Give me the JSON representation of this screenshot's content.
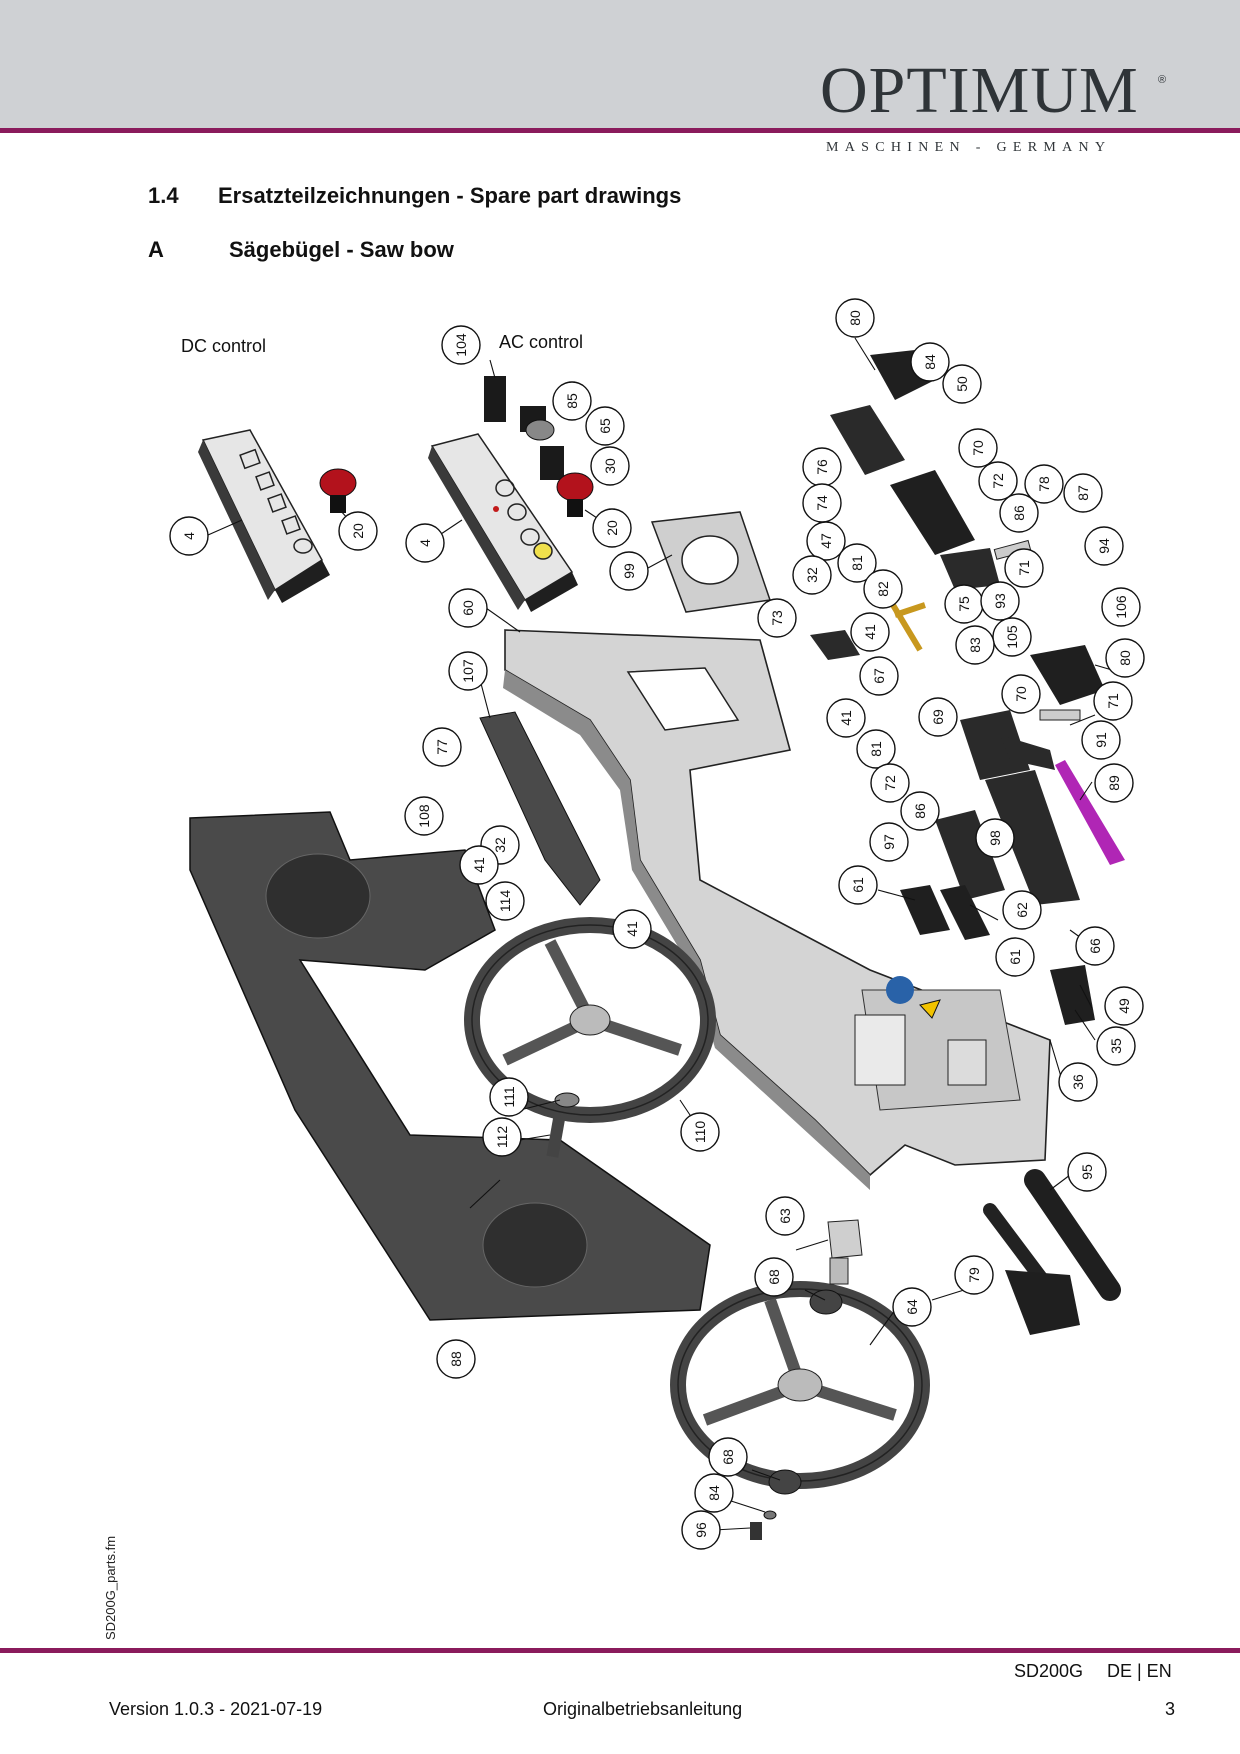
{
  "brand": {
    "name": "OPTIMUM",
    "reg": "®",
    "tagline": "MASCHINEN - GERMANY"
  },
  "section": {
    "number": "1.4",
    "title": "Ersatzteilzeichnungen - Spare part drawings"
  },
  "subsection": {
    "letter": "A",
    "title": "Sägebügel - Saw bow"
  },
  "drawing": {
    "dc_label": "DC control",
    "ac_label": "AC control",
    "callouts": [
      "80",
      "84",
      "50",
      "104",
      "85",
      "65",
      "70",
      "30",
      "76",
      "72",
      "78",
      "87",
      "74",
      "86",
      "20",
      "4",
      "20",
      "4",
      "47",
      "81",
      "94",
      "71",
      "32",
      "99",
      "82",
      "75",
      "93",
      "106",
      "73",
      "105",
      "41",
      "83",
      "60",
      "67",
      "80",
      "107",
      "70",
      "71",
      "41",
      "69",
      "81",
      "91",
      "77",
      "72",
      "89",
      "86",
      "108",
      "97",
      "98",
      "32",
      "41",
      "114",
      "61",
      "62",
      "41",
      "66",
      "61",
      "49",
      "35",
      "36",
      "111",
      "112",
      "110",
      "95",
      "63",
      "79",
      "68",
      "64",
      "88",
      "68",
      "84",
      "96"
    ]
  },
  "side_file": "SD200G_parts.fm",
  "footer": {
    "model": "SD200G",
    "languages": "DE | EN",
    "version": "Version 1.0.3 - 2021-07-19",
    "doc_title": "Originalbetriebsanleitung",
    "page": "3"
  },
  "colors": {
    "accent": "#8a1b5c",
    "header_bg": "#cfd1d4",
    "logo": "#2f3438"
  }
}
